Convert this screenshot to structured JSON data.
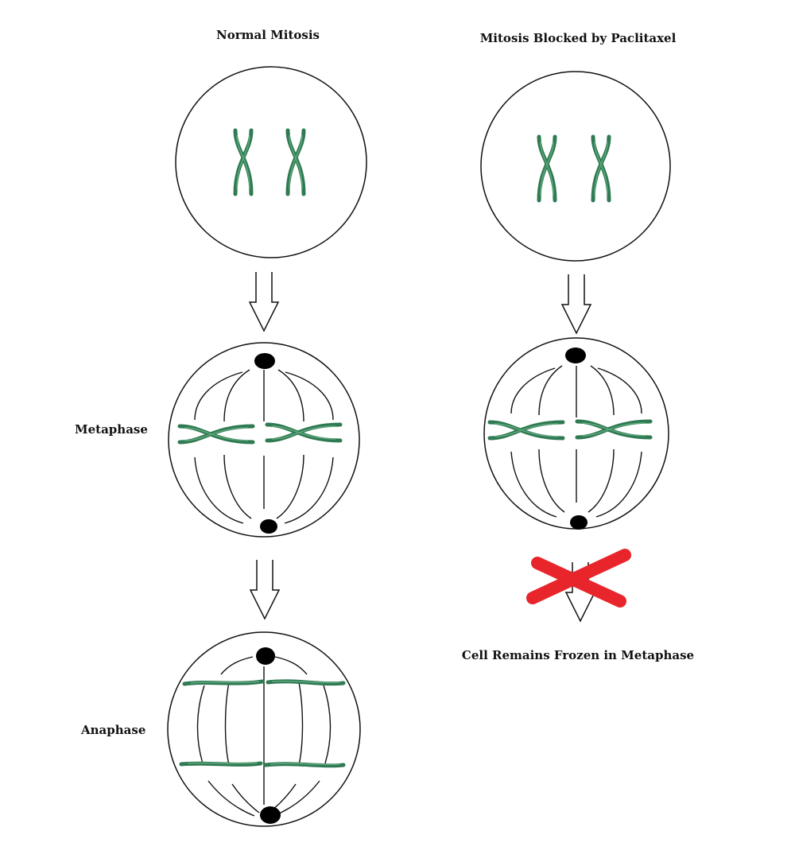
{
  "titles": {
    "left": "Normal Mitosis",
    "right": "Mitosis Blocked by Paclitaxel"
  },
  "stage_labels": {
    "metaphase": "Metaphase",
    "anaphase": "Anaphase"
  },
  "outcome_label": "Cell Remains Frozen in Metaphase",
  "colors": {
    "chromosome": "#2f7a52",
    "chromosome_highlight": "#5fa77d",
    "outline": "#111111",
    "centrosome": "#000000",
    "blocked_mark": "#e8252b"
  }
}
